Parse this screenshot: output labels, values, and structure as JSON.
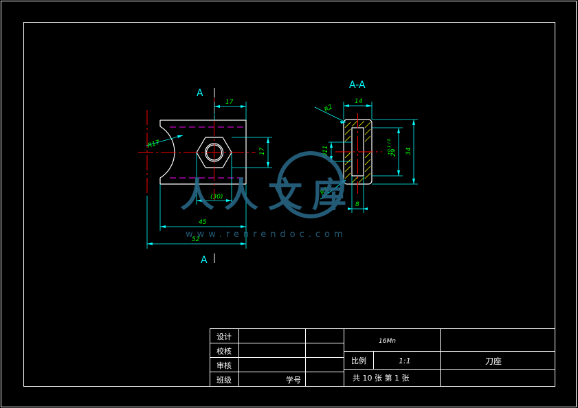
{
  "views": {
    "front": {
      "label_top": "A",
      "label_bottom": "A"
    },
    "section": {
      "label": "A-A"
    }
  },
  "dimensions": {
    "front": {
      "top_width": "17",
      "radius": "R17",
      "hex_height": "17",
      "hex_flat": "(30)",
      "inner_width": "45",
      "overall_width": "52"
    },
    "section": {
      "top_width": "14",
      "corner_radius_top": "R2",
      "corner_radius_bottom": "R3",
      "bore_dia": "Ø11",
      "inner_height": "29",
      "inner_height_tol": "+0.1 / 0",
      "overall_height": "34",
      "bottom_width": "8"
    }
  },
  "title_block": {
    "row_labels": [
      "设计",
      "校核",
      "审核",
      "班级"
    ],
    "student_id_label": "学号",
    "material": "16Mn",
    "scale_label": "比例",
    "scale_value": "1:1",
    "part_name": "刀座",
    "sheet_info": "共 10 张   第 1 张"
  },
  "watermark": {
    "text": "人人文库",
    "url": "www.renrendoc.com"
  },
  "colors": {
    "background": "#000000",
    "border": "#ffffff",
    "outline": "#ffffff",
    "dimension": "#00ffff",
    "dim_text": "#00ff00",
    "centerline": "#ff0000",
    "hidden": "#ff00ff",
    "hatch": "#ffff00",
    "view_label": "#00ffff",
    "watermark": "#2a6a8a"
  }
}
